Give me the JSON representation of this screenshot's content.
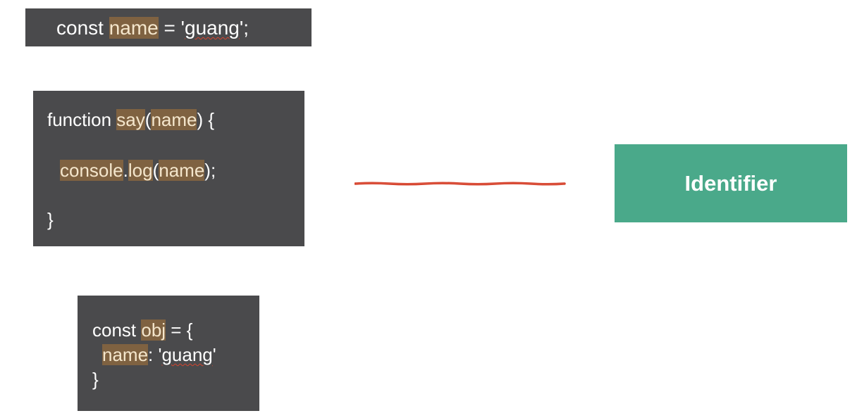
{
  "snippet1": {
    "parts": [
      "const ",
      "name",
      " = '",
      "guang",
      "';"
    ]
  },
  "snippet2": {
    "line1": [
      "function ",
      "say",
      "(",
      "name",
      ") {"
    ],
    "line2": [
      "console",
      ".",
      "log",
      "(",
      "name",
      ");"
    ],
    "line3": "}"
  },
  "snippet3": {
    "line1": [
      "const ",
      "obj",
      " = {"
    ],
    "line2": [
      "name",
      ": '",
      "guang",
      "'"
    ],
    "line3": "}"
  },
  "identifier": {
    "label": "Identifier"
  },
  "colors": {
    "code_background": "#4a4a4c",
    "highlight": "#7f6241",
    "identifier_background": "#4aa98a",
    "connector_line": "#d6452f"
  }
}
